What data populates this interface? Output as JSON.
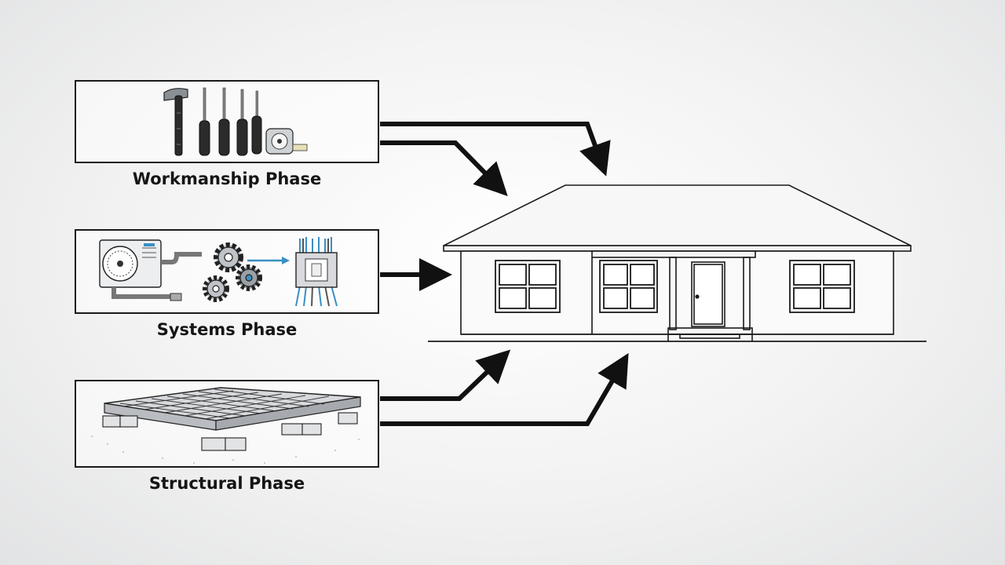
{
  "phases": [
    {
      "label": "Workmanship Phase",
      "icon": "tools-icon"
    },
    {
      "label": "Systems Phase",
      "icon": "hvac-systems-icon"
    },
    {
      "label": "Structural Phase",
      "icon": "foundation-icon"
    }
  ],
  "target": {
    "icon": "house-icon"
  },
  "colors": {
    "line": "#111111",
    "accent": "#3a8fc4"
  }
}
